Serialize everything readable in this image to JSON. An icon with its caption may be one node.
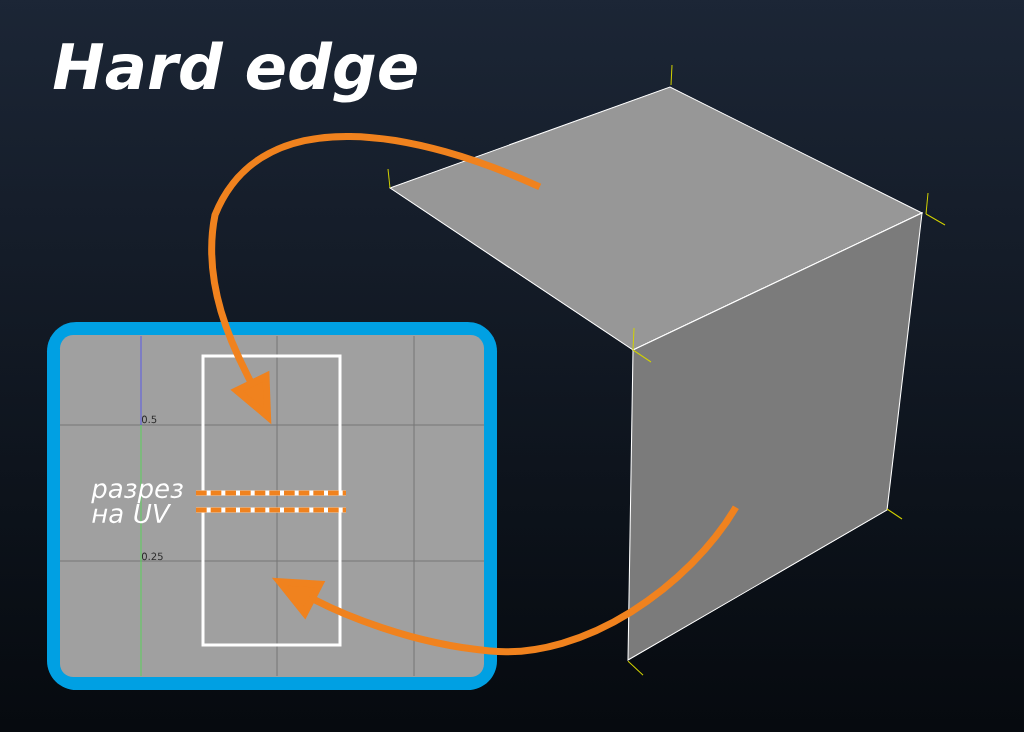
{
  "diagram": {
    "title": "Hard edge",
    "nodes": [
      {
        "text": [],
        "shape": "parallelogram"
      },
      {
        "text": [],
        "shape": "parallelogram"
      },
      {
        "text": [],
        "shape": "box"
      },
      {
        "text": [],
        "shape": "box",
        "in": 2
      },
      {
        "text": [],
        "shape": "box",
        "in": 2
      }
    ],
    "edges": [
      {
        "from": 0,
        "to": 3,
        "arrow": "to"
      },
      {
        "from": 1,
        "to": 4,
        "arrow": "to"
      }
    ],
    "labels": [
      "0.5",
      "разрез на UV",
      "0.25"
    ]
  }
}
